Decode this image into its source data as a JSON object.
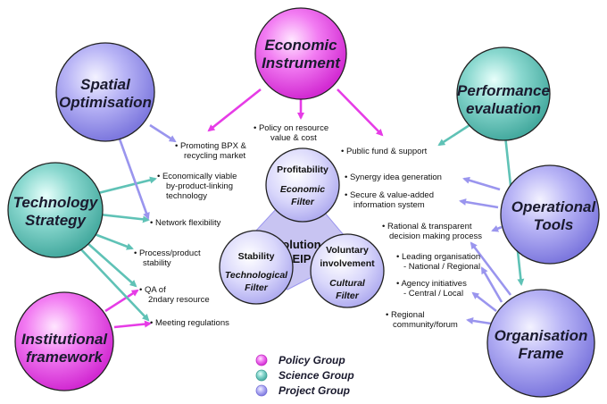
{
  "colors": {
    "policy": "#e63ce6",
    "science": "#5fc2b6",
    "project": "#9a95ee",
    "center": "#c8c4f2"
  },
  "groups": {
    "economic_instrument": [
      "Economic",
      "Instrument"
    ],
    "spatial_optimisation": [
      "Spatial",
      "Optimisation"
    ],
    "performance_evaluation": [
      "Performance",
      "evaluation"
    ],
    "technology_strategy": [
      "Technology",
      "Strategy"
    ],
    "operational_tools": [
      "Operational",
      "Tools"
    ],
    "institutional_framework": [
      "Institutional",
      "framework"
    ],
    "organisation_frame": [
      "Organisation",
      "Frame"
    ]
  },
  "bullets": {
    "policy_on_resource": [
      "• Policy on resource",
      "value & cost"
    ],
    "promoting_bpx": [
      "• Promoting BPX &",
      "recycling market"
    ],
    "public_fund": [
      "• Public fund & support"
    ],
    "economically_viable": [
      "• Economically viable",
      "by-product-linking",
      "technology"
    ],
    "synergy_idea": [
      "• Synergy idea generation"
    ],
    "secure_value_added": [
      "• Secure & value-added",
      "information system"
    ],
    "network_flexibility": [
      "• Network flexibility"
    ],
    "rational_transparent": [
      "• Rational & transparent",
      "decision making process"
    ],
    "process_product": [
      "• Process/product",
      "stability"
    ],
    "leading_organisation": [
      "• Leading organisation",
      "- National / Regional"
    ],
    "agency_initiatives": [
      "• Agency initiatives",
      "- Central / Local"
    ],
    "qa_resource": [
      "• QA of",
      "2ndary resource"
    ],
    "meeting_regulations": [
      "• Meeting regulations"
    ],
    "regional_community": [
      "• Regional",
      "community/forum"
    ]
  },
  "center": {
    "evolution": [
      "Evolution",
      "of EIP"
    ],
    "profitability": {
      "title": "Profitability",
      "filter": [
        "Economic",
        "Filter"
      ]
    },
    "stability": {
      "title": "Stability",
      "filter": [
        "Technological",
        "Filter"
      ]
    },
    "voluntary": {
      "title": [
        "Voluntary",
        "involvement"
      ],
      "filter": [
        "Cultural",
        "Filter"
      ]
    }
  },
  "legend": {
    "policy": "Policy Group",
    "science": "Science Group",
    "project": "Project Group"
  }
}
